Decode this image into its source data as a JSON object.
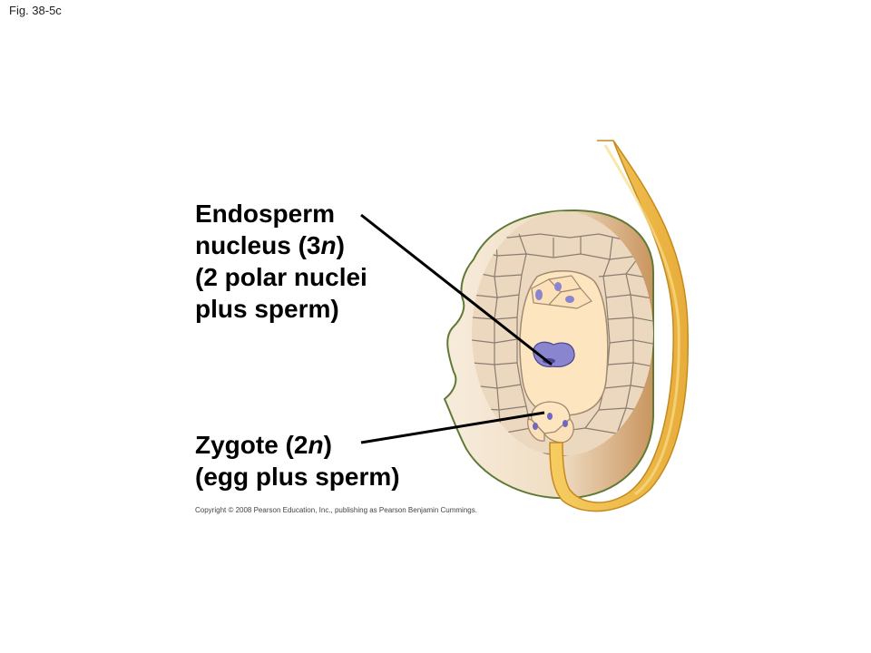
{
  "figure_label": "Fig. 38-5c",
  "labels": {
    "endosperm": {
      "line1": "Endosperm",
      "line2_prefix": "nucleus (3",
      "line2_italic": "n",
      "line2_suffix": ")",
      "line3": "(2 polar nuclei",
      "line4": "plus sperm)"
    },
    "zygote": {
      "line1_prefix": "Zygote (2",
      "line1_italic": "n",
      "line1_suffix": ")",
      "line2": "(egg plus sperm)"
    }
  },
  "copyright": "Copyright © 2008 Pearson Education, Inc., publishing as Pearson Benjamin Cummings.",
  "colors": {
    "ovule_fill": "#f3e1c6",
    "ovule_edge": "#5f7a35",
    "cell_wall": "#8a7d70",
    "embryo_sac": "#fde6bf",
    "nucleus": "#8a85cf",
    "pollen_tube": "#f0bd48",
    "pointer_line": "#000000"
  }
}
